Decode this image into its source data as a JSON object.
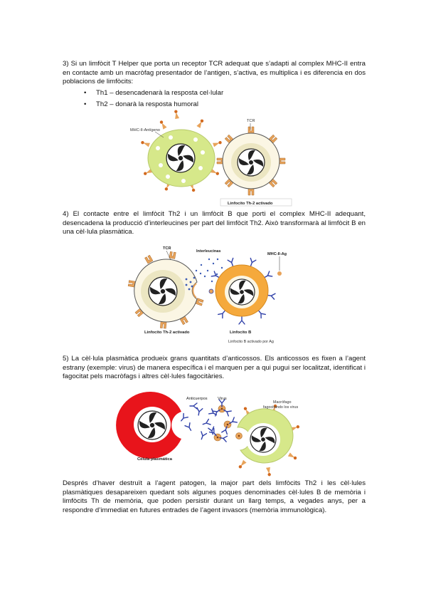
{
  "section3": {
    "text": "3)  Si un limfòcit T Helper que porta un receptor TCR adequat que s’adapti al complex MHC-II entra en contacte amb un macròfag presentador de l’antigen, s’activa, es multiplica i es diferencia en dos poblacions de limfòcits:",
    "bullets": [
      "Th1 – desencadenarà la resposta cel·lular",
      "Th2 – donarà la resposta humoral"
    ]
  },
  "figure1": {
    "label_mhc": "MHC-II-Antígeno",
    "label_tcr": "TCR",
    "caption": "Linfocito Th-2 activado"
  },
  "section4": {
    "text": "4) El contacte entre el limfòcit Th2 i un limfòcit B que porti el complex MHC-II adequant, desencadena la producció d’interleucines per part del limfòcit Th2. Això transformarà al limfòcit B en una cèl·lula plasmàtica."
  },
  "figure2": {
    "label_tcr": "TCR",
    "label_interleucinas": "Interleucinas",
    "label_mhc": "MHC-II-Ag",
    "caption_th2": "Linfocito Th-2 activado",
    "caption_b": "Linfocito B",
    "caption_b_sub": "Linfocito B activado por Ag"
  },
  "section5": {
    "text": "5) La cèl·lula plasmàtica produeix grans quantitats d’anticossos. Els anticossos es fixen a l’agent estrany (exemple: virus) de manera específica i el marquen per a qui pugui ser localitzat, identificat i fagocitat pels macròfags i altres cèl·lules fagocitàries."
  },
  "figure3": {
    "label_anticuerpos": "Anticuerpos",
    "label_virus": "Virus",
    "label_macrofago_1": "Macrófago",
    "label_macrofago_2": "fagocitando los virus",
    "caption_plasmatica": "Célula plasmática"
  },
  "closing": {
    "text": "Després d’haver destruït a l’agent patogen, la major part dels limfòcits Th2 i les cèl·lules plasmàtiques desapareixen quedant sols algunes poques denominades cèl·lules B de memòria i limfòcits Th de memòria, que poden persistir durant un llarg temps, a vegades anys, per a respondre d’immediat en futures entrades de l’agent invasors (memòria immunològica)."
  },
  "colors": {
    "macrophage": "#d6e88a",
    "lymph_outer": "#fbf6e4",
    "lymph_inner": "#ece6c2",
    "receptor": "#e8a35a",
    "b_cell": "#f5a93c",
    "plasma": "#e8141b",
    "antibody": "#2e3fa8"
  }
}
